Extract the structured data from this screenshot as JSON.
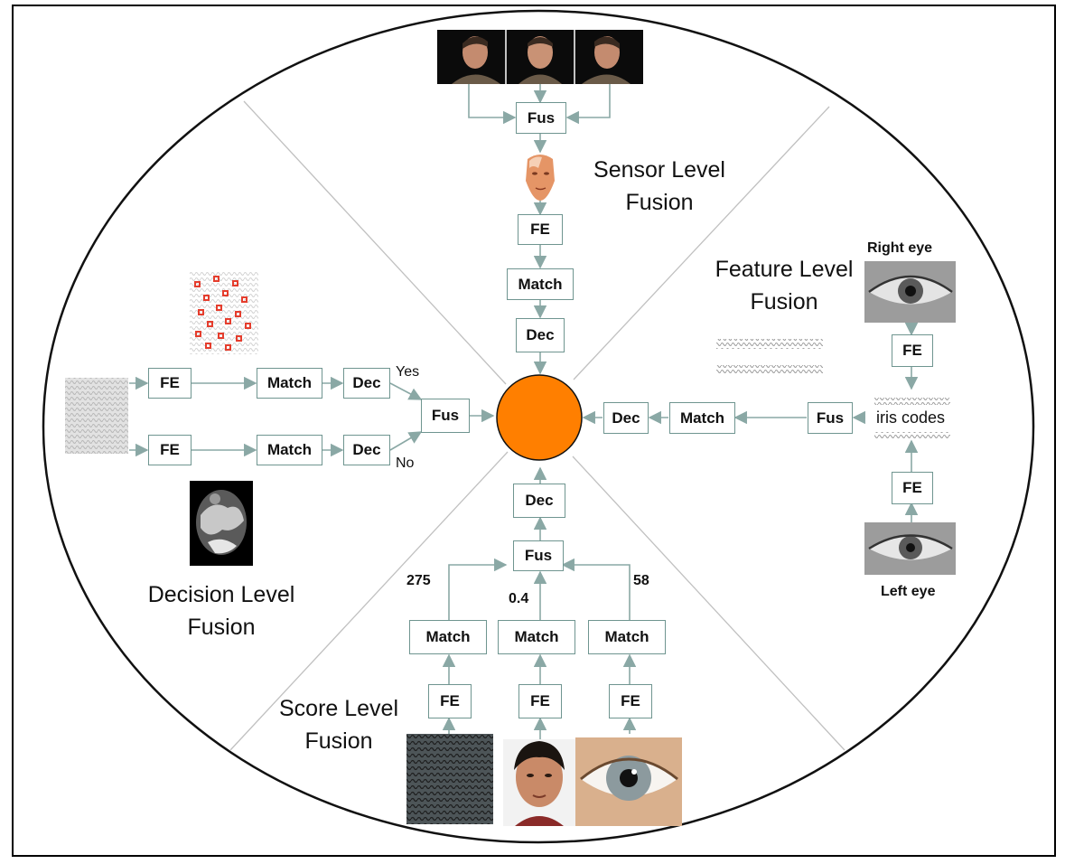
{
  "boxes": {
    "fus": "Fus",
    "fe": "FE",
    "match": "Match",
    "dec": "Dec"
  },
  "sections": {
    "sensor": {
      "line1": "Sensor Level",
      "line2": "Fusion"
    },
    "feature": {
      "line1": "Feature Level",
      "line2": "Fusion"
    },
    "decision": {
      "line1": "Decision Level",
      "line2": "Fusion"
    },
    "score": {
      "line1": "Score Level",
      "line2": "Fusion"
    }
  },
  "labels": {
    "yes": "Yes",
    "no": "No",
    "right_eye": "Right eye",
    "left_eye": "Left eye",
    "iris_codes": "iris codes"
  },
  "scores": {
    "fingerprint": "275",
    "face": "0.4",
    "iris": "58"
  },
  "colors": {
    "arrow": "#8aa8a5",
    "box_border": "#6f9590",
    "decision_node": "#ff7f00",
    "divider": "#b8b8b8"
  },
  "icons": {
    "profile_faces": "face-photo",
    "face_model": "3d-face-model",
    "fingerprint": "fingerprint-image",
    "minutiae": "minutiae-points",
    "face_blur": "thermal-face",
    "eye": "eye-photo"
  }
}
